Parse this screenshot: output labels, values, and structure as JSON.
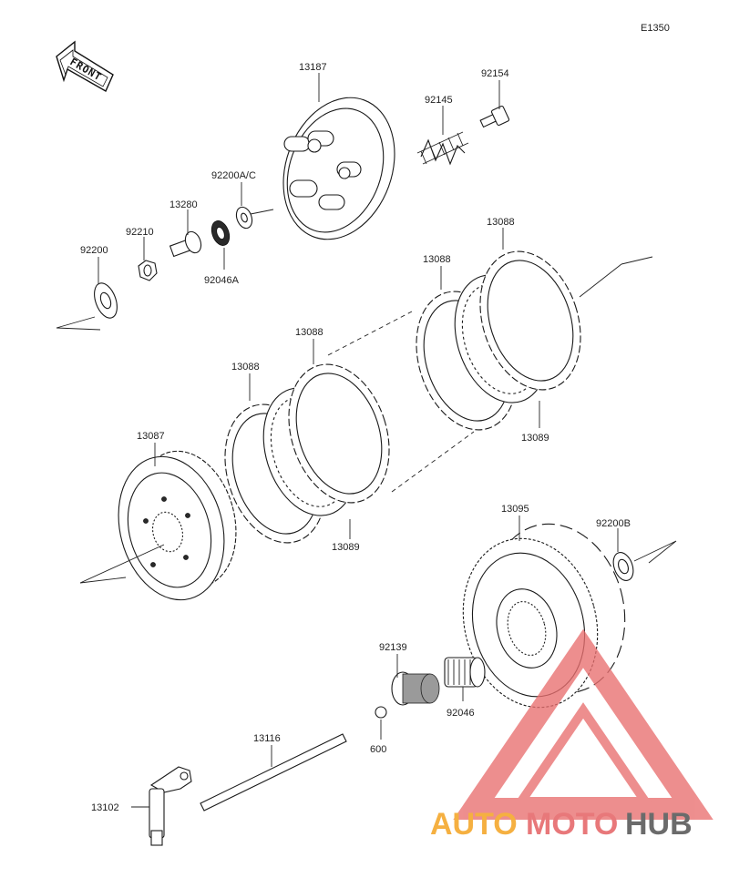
{
  "diagram_code": "E1350",
  "front_arrow_text": "FRONT",
  "watermark": {
    "brand": "AUTOMOTOHUB",
    "colors": {
      "auto": "#f5b041",
      "moto": "#e8787a",
      "hub": "#6b6b6b",
      "logo": "#e96f6f"
    }
  },
  "parts": {
    "p13187": "13187",
    "p92154": "92154",
    "p92145": "92145",
    "p92200ac": "92200A/C",
    "p13280": "13280",
    "p92210": "92210",
    "p92200": "92200",
    "p92046a": "92046A",
    "p13088_a": "13088",
    "p13088_b": "13088",
    "p13088_c": "13088",
    "p13088_d": "13088",
    "p13089_a": "13089",
    "p13089_b": "13089",
    "p13087": "13087",
    "p13095": "13095",
    "p92200b": "92200B",
    "p92139": "92139",
    "p92046": "92046",
    "p600": "600",
    "p13116": "13116",
    "p13102": "13102"
  }
}
